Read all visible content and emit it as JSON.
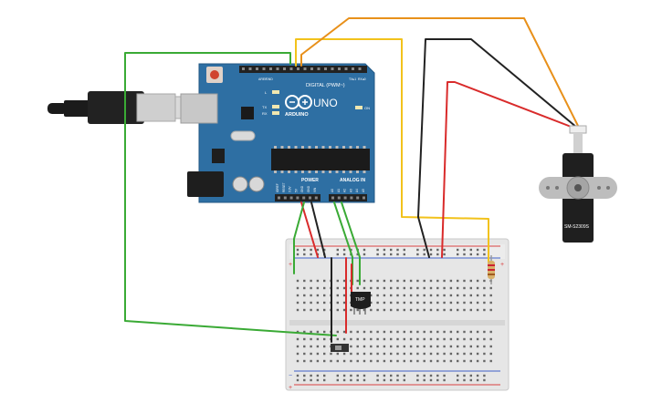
{
  "arduino": {
    "brand": "ARDUINO",
    "model": "UNO",
    "digital_header": "DIGITAL (PWM~)",
    "power_header": "POWER",
    "analog_header": "ANALOG IN",
    "led_l": "L",
    "led_tx": "TX",
    "led_rx": "RX",
    "led_on": "ON",
    "aref": "AREF",
    "gnd": "GND",
    "tx_pin": "TX▸1",
    "rx_pin": "RX◂0",
    "power_pins": [
      "IOREF",
      "RESET",
      "3.3V",
      "5V",
      "GND",
      "GND",
      "VIN"
    ],
    "analog_pins": [
      "A0",
      "A1",
      "A2",
      "A3",
      "A4",
      "A5"
    ]
  },
  "sensor": {
    "label": "TMP"
  },
  "servo": {
    "label": "SM-S2309S"
  },
  "breadboard": {
    "plus": "+",
    "minus": "−"
  },
  "colors": {
    "board": "#2e6fa3",
    "wire_green": "#3aaa35",
    "wire_orange": "#e8901a",
    "wire_yellow": "#f2c21b",
    "wire_black": "#222222",
    "wire_red": "#d92b2b"
  }
}
